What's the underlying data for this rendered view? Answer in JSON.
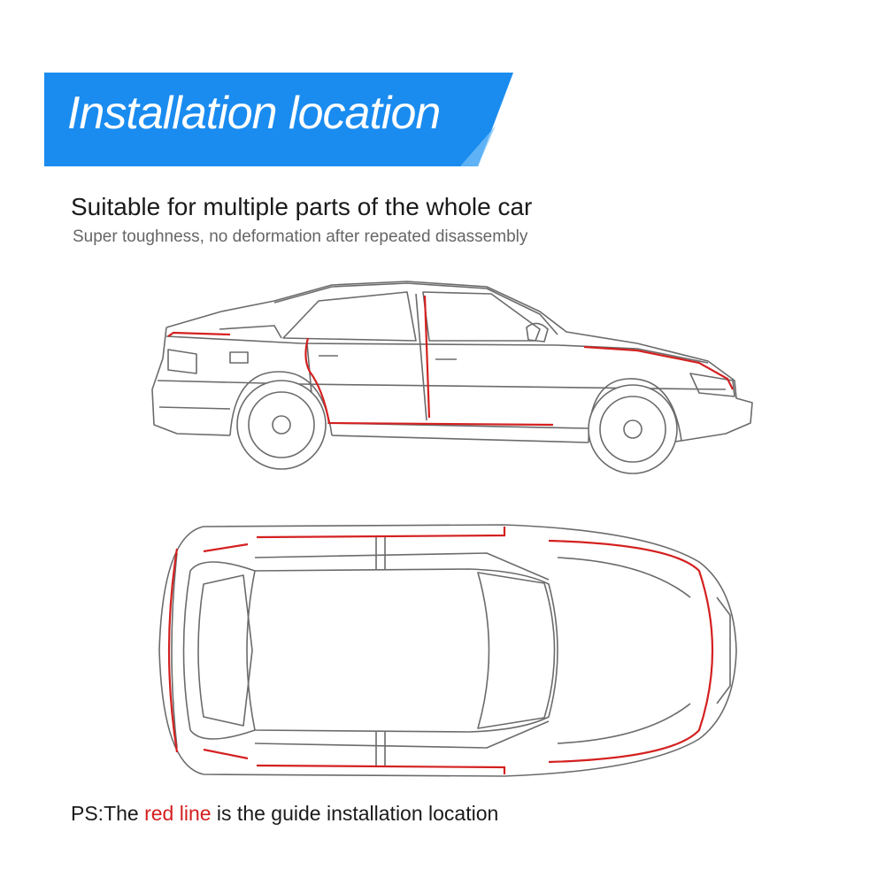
{
  "banner": {
    "title": "Installation location",
    "color": "#1a8cf0"
  },
  "subtitle": "Suitable for multiple parts of the whole car",
  "tagline": "Super toughness, no deformation after repeated disassembly",
  "note": {
    "prefix": "PS:The ",
    "highlight": "red line",
    "suffix": " is the guide installation location",
    "highlight_color": "#d42020"
  },
  "illustrations": {
    "side_view": "sedan-side-view-icon",
    "top_view": "sedan-top-view-icon",
    "guide_line_color": "#d42020"
  }
}
